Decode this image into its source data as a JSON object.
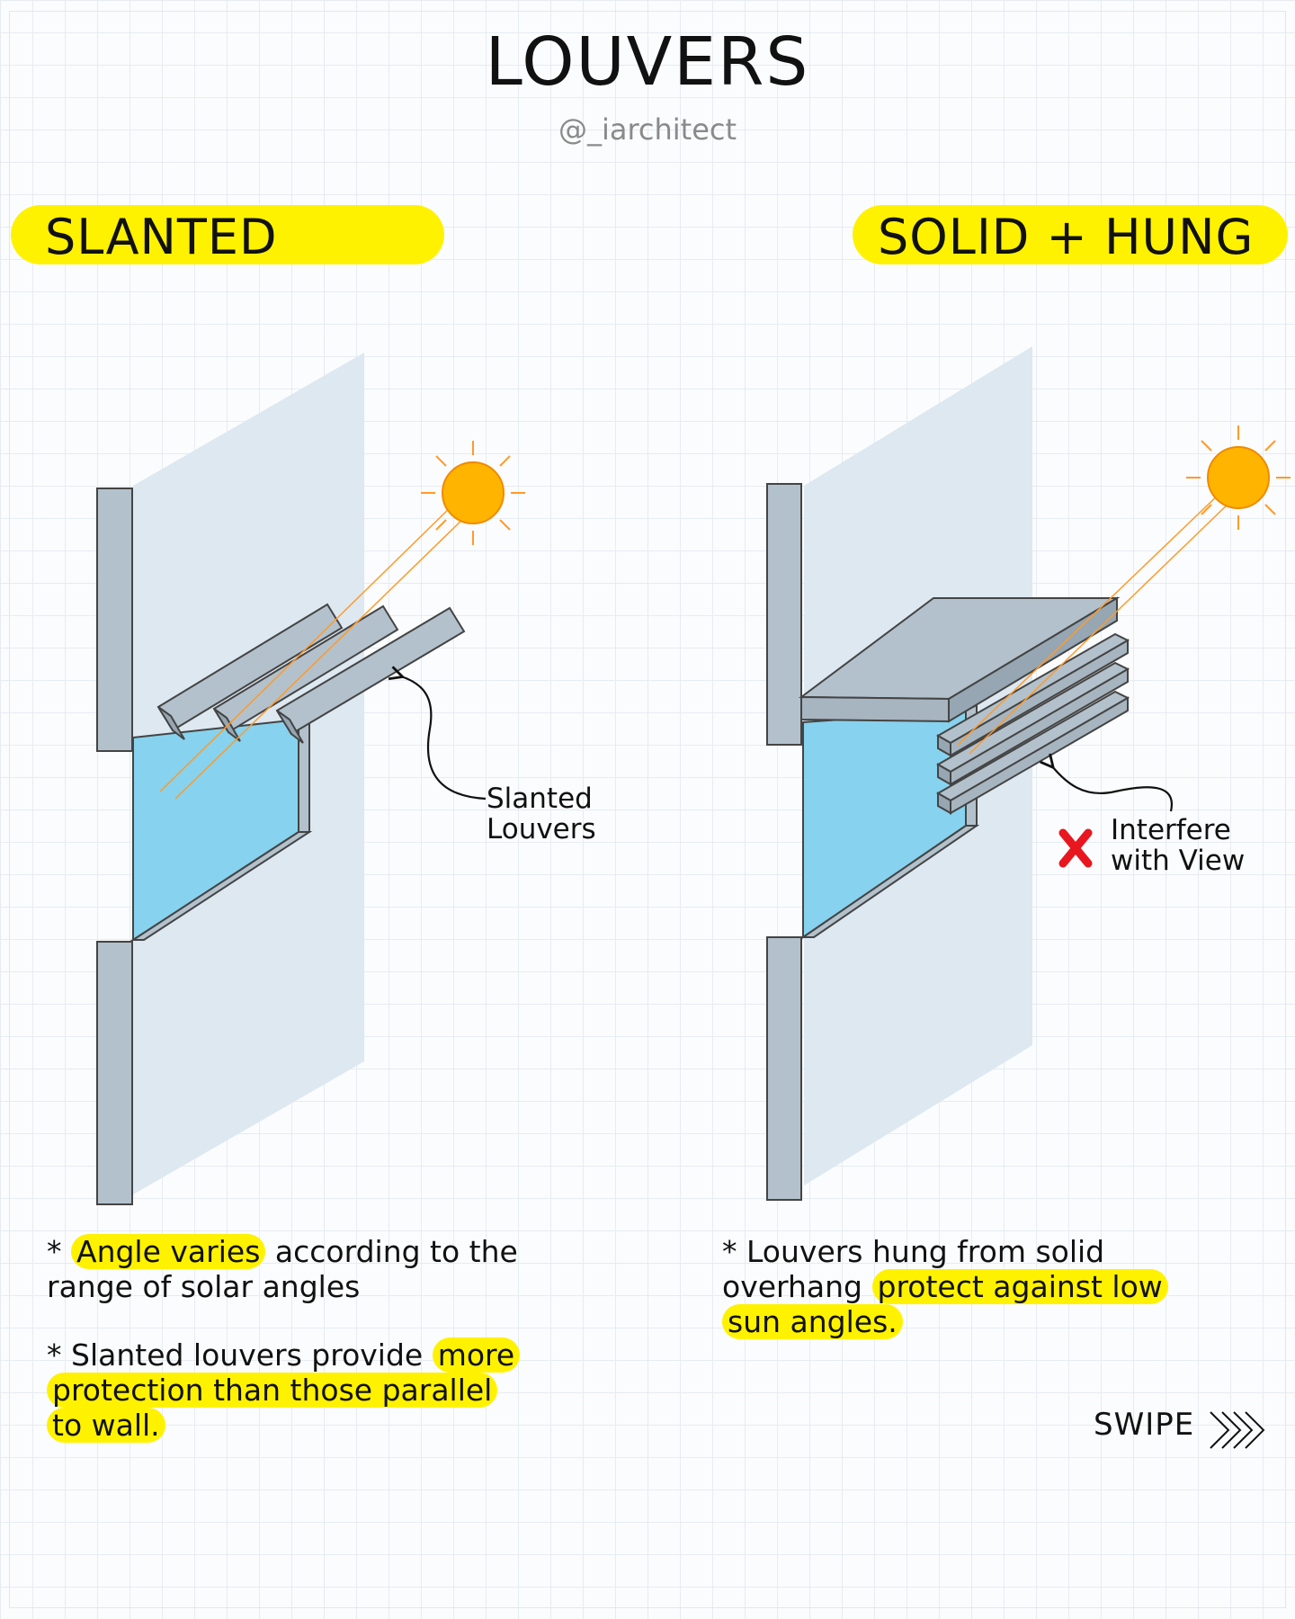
{
  "header": {
    "title": "LOUVERS",
    "handle": "@_iarchitect"
  },
  "left": {
    "heading": "SLANTED",
    "callout_line1": "Slanted",
    "callout_line2": "Louvers",
    "note1_hl": "Angle varies",
    "note1_rest": "according to the",
    "note1_line2": "range of solar angles",
    "note2_pre": "Slanted louvers provide",
    "note2_hl1": "more",
    "note2_hl2": "protection than those parallel",
    "note2_hl3": "to wall."
  },
  "right": {
    "heading": "SOLID + HUNG",
    "callout_line1": "Interfere",
    "callout_line2": "with View",
    "note1_line1": "Louvers hung from solid",
    "note1_pre": "overhang",
    "note1_hl1": "protect against low",
    "note1_hl2": "sun angles."
  },
  "footer": {
    "swipe": "SWIPE"
  },
  "colors": {
    "highlight": "#fff200",
    "glass": "#87d2ee",
    "frame": "#b3c1cc",
    "backplane": "#dde8f1",
    "sun": "#ffb400",
    "cross": "#e8161e"
  },
  "icons": [
    "sun-icon",
    "sun-icon",
    "cross-icon",
    "arrow-icon",
    "arrow-icon",
    "chevrons-icon"
  ]
}
